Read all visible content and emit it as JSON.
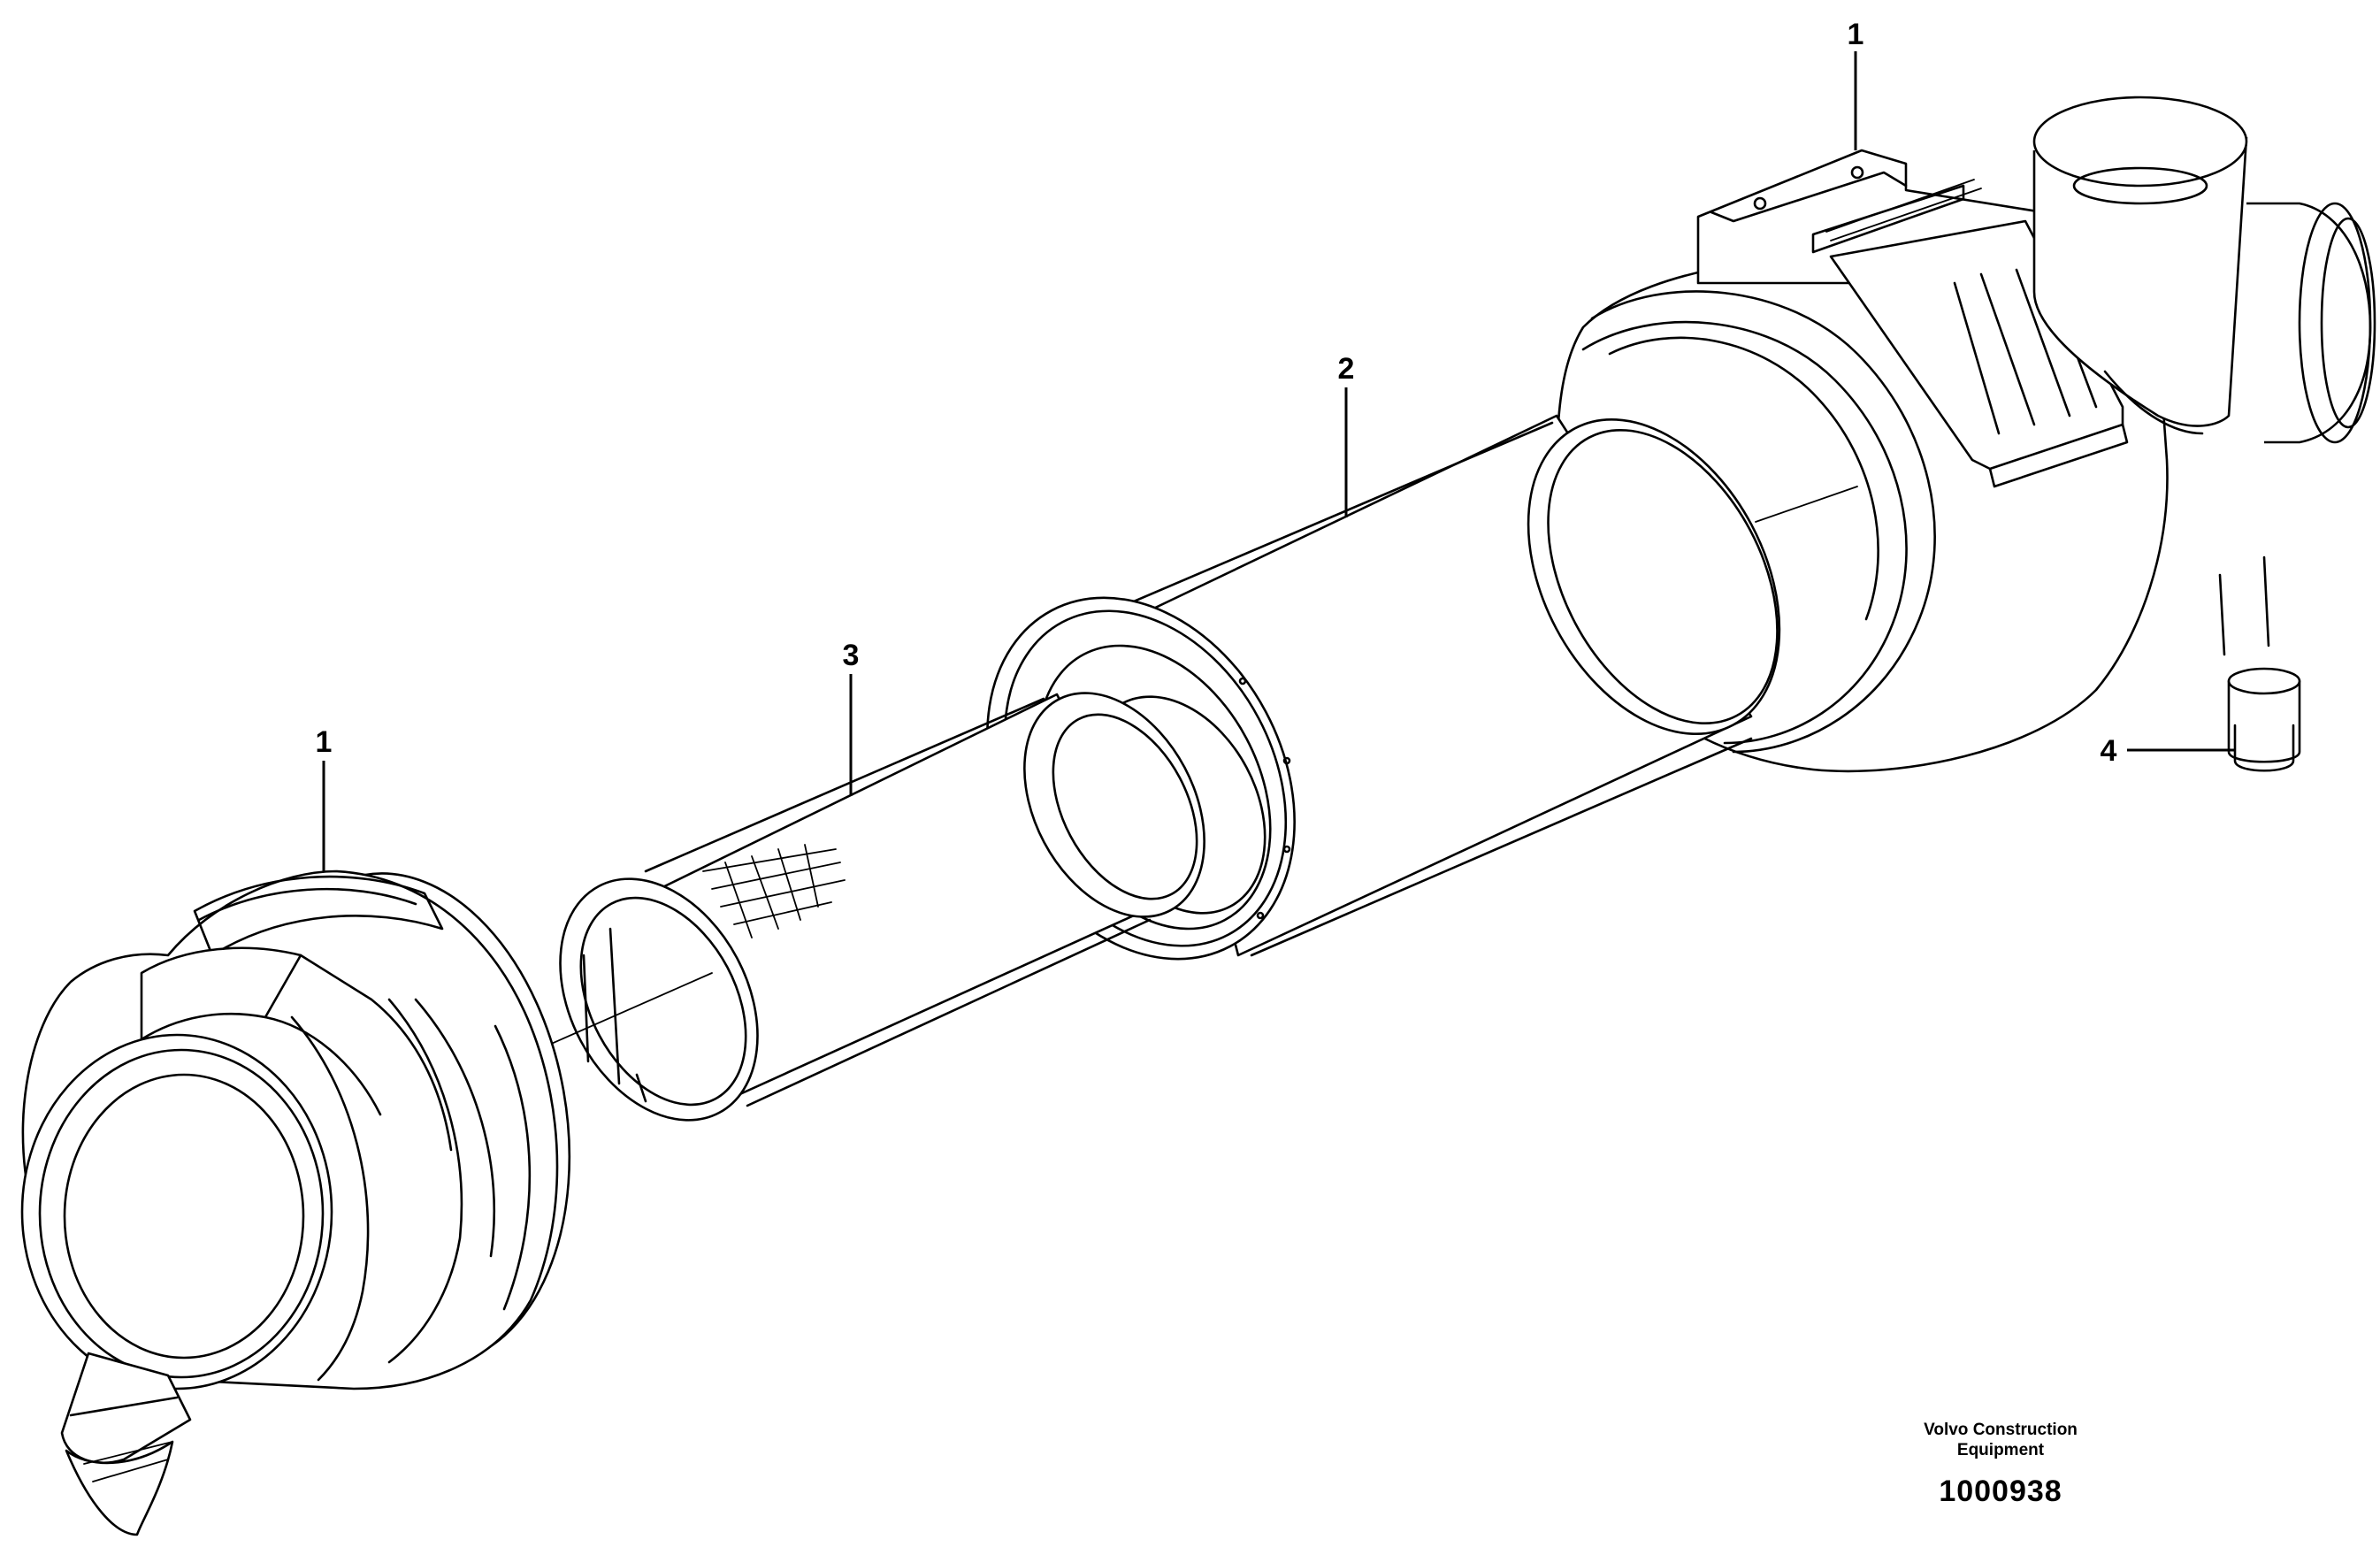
{
  "callouts": {
    "housing_rear": "1",
    "housing_front": "1",
    "element_outer": "2",
    "element_inner": "3",
    "valve": "4"
  },
  "footer": {
    "brand_line1": "Volvo Construction",
    "brand_line2": "Equipment",
    "drawing_number": "1000938"
  }
}
